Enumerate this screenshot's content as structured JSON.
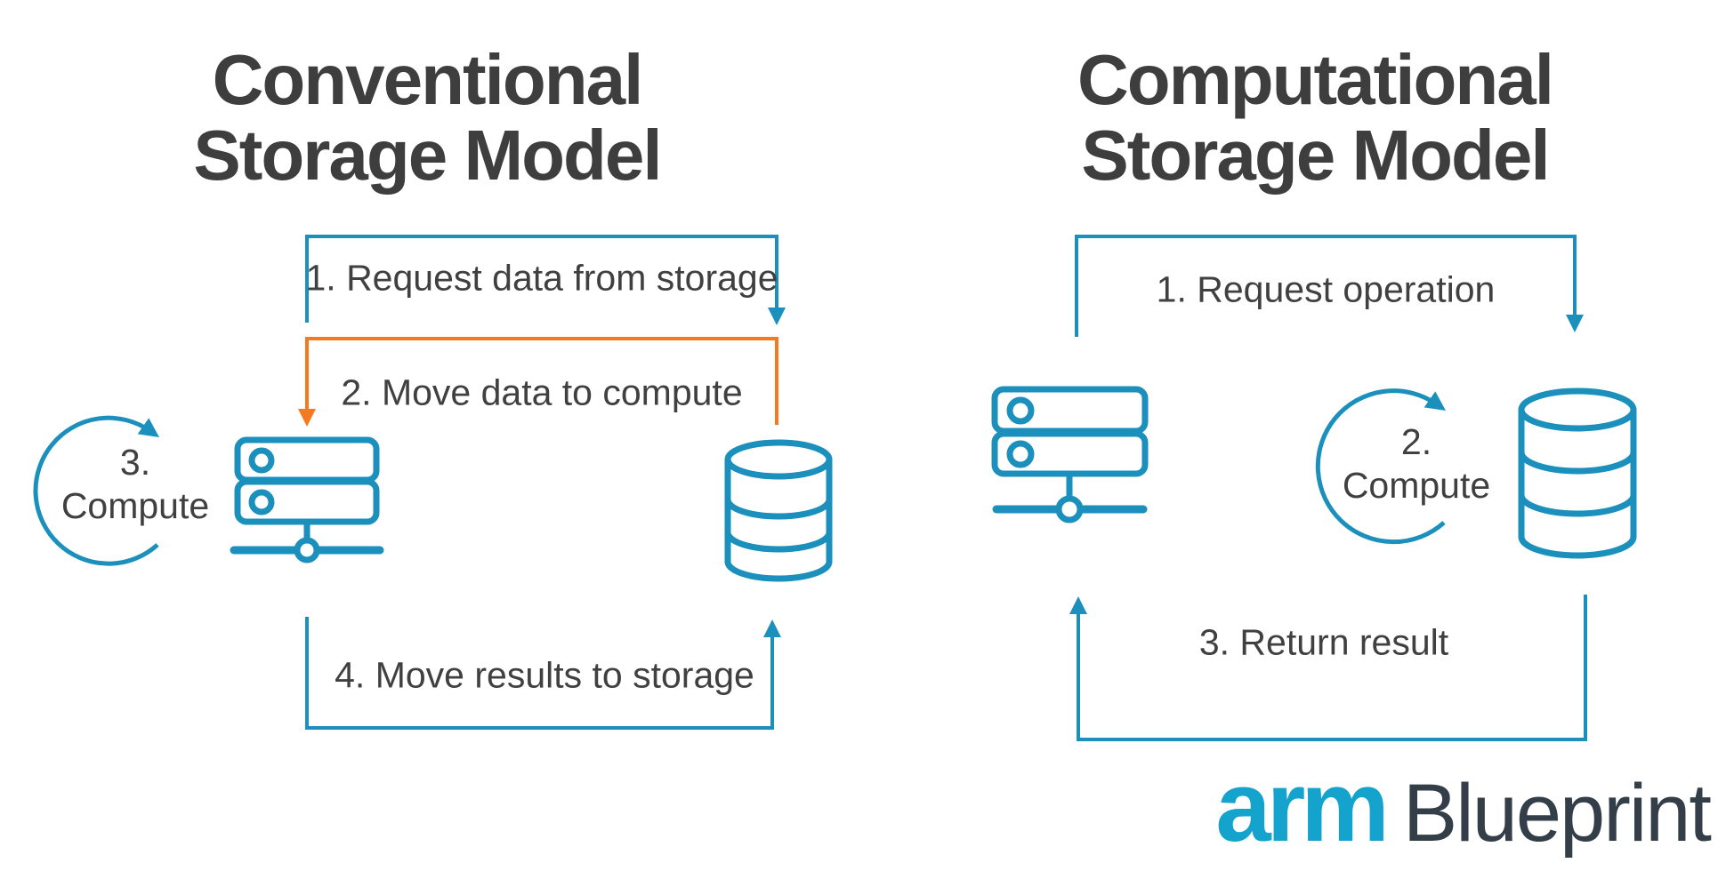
{
  "colors": {
    "diagram_blue": "#1B90BC",
    "diagram_orange": "#F4791F",
    "title_text": "#3E3E3E",
    "label_text": "#404040",
    "arm_blue": "#14A3CC",
    "logo_dark": "#333E48"
  },
  "left_diagram": {
    "title_line1": "Conventional",
    "title_line2": "Storage Model",
    "step_request": "1. Request data from storage",
    "step_move_data": "2. Move data to compute",
    "compute_number": "3.",
    "compute_word": "Compute",
    "step_move_results": "4. Move results to storage",
    "icons": [
      "compute-cycle-icon",
      "server-icon",
      "database-icon"
    ]
  },
  "right_diagram": {
    "title_line1": "Computational",
    "title_line2": "Storage Model",
    "step_request": "1. Request operation",
    "compute_number": "2.",
    "compute_word": "Compute",
    "step_return": "3. Return result",
    "icons": [
      "server-icon",
      "compute-cycle-icon",
      "database-icon"
    ]
  },
  "logo": {
    "brand": "arm",
    "product": "Blueprint"
  }
}
